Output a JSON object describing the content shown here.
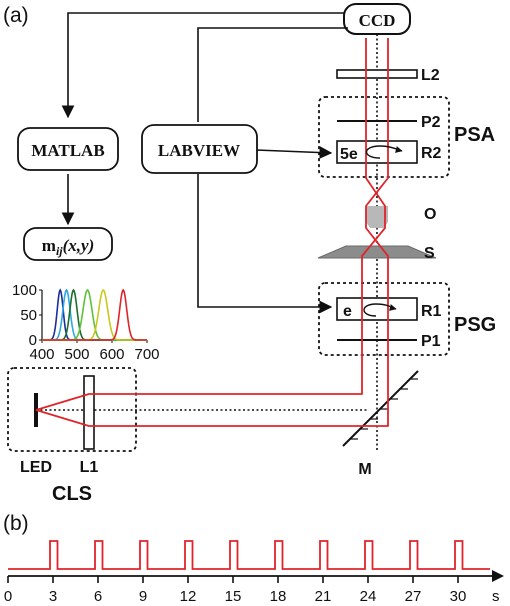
{
  "panels": {
    "a": "(a)",
    "b": "(b)"
  },
  "labels": {
    "ccd": "CCD",
    "matlab": "MATLAB",
    "labview": "LABVIEW",
    "mij_base": "m",
    "mij_sub": "ij",
    "mij_args": "(x,y)",
    "l2": "L2",
    "p2": "P2",
    "r2": "R2",
    "psa": "PSA",
    "r2_element": "5e",
    "o": "O",
    "s": "S",
    "r1": "R1",
    "p1": "P1",
    "psg": "PSG",
    "r1_element": "e",
    "led": "LED",
    "l1": "L1",
    "cls": "CLS",
    "m": "M"
  },
  "colors": {
    "beam": "#e0242b",
    "axis": "#111111",
    "objective": "#b8b8b8",
    "sample": "#8c8c8c"
  },
  "chart_data": [
    {
      "type": "line",
      "title": "",
      "xlabel": "",
      "ylabel": "",
      "xlim": [
        400,
        700
      ],
      "ylim": [
        0,
        100
      ],
      "xticks": [
        "400",
        "500",
        "600",
        "700"
      ],
      "yticks": [
        "100",
        "50",
        "0"
      ],
      "series": [
        {
          "color": "#1a2f9c",
          "center": 452,
          "fwhm": 20,
          "peak": 100
        },
        {
          "color": "#2fa8e0",
          "center": 470,
          "fwhm": 24,
          "peak": 100
        },
        {
          "color": "#1c6e2e",
          "center": 490,
          "fwhm": 24,
          "peak": 100
        },
        {
          "color": "#5fc23a",
          "center": 530,
          "fwhm": 30,
          "peak": 100
        },
        {
          "color": "#c8c820",
          "center": 575,
          "fwhm": 30,
          "peak": 100
        },
        {
          "color": "#e0242b",
          "center": 632,
          "fwhm": 24,
          "peak": 100
        }
      ]
    },
    {
      "type": "line",
      "title": "",
      "xlabel": "s",
      "ylabel": "",
      "xlim": [
        0,
        32
      ],
      "xticks": [
        "0",
        "3",
        "6",
        "9",
        "12",
        "15",
        "18",
        "21",
        "24",
        "27",
        "30"
      ],
      "pulse_start": [
        2.8,
        5.8,
        8.8,
        11.8,
        14.8,
        17.8,
        20.8,
        23.8,
        26.8,
        29.8
      ],
      "pulse_width": 0.5,
      "low": 0,
      "high": 1
    }
  ]
}
